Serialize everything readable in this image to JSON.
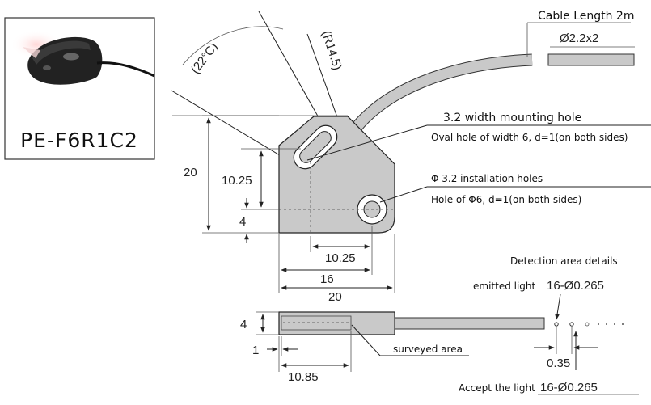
{
  "product": {
    "model": "PE-F6R1C2"
  },
  "cable": {
    "length_label": "Cable Length 2m",
    "diameter_label": "Ø2.2x2"
  },
  "angles": {
    "angle_label": "(22°C)",
    "radius_label": "(R14.5)"
  },
  "top_view": {
    "dim_height_total": "20",
    "dim_height_hole": "10.25",
    "dim_height_offset": "4",
    "dim_width_hole": "10.25",
    "dim_width_16": "16",
    "dim_width_20": "20"
  },
  "callouts": {
    "mounting_hole_title": "3.2 width mounting hole",
    "mounting_hole_detail": "Oval hole of width 6, d=1(on both sides)",
    "install_hole_title": "Φ 3.2 installation holes",
    "install_hole_detail": "Hole of Φ6, d=1(on both sides)"
  },
  "side_view": {
    "dim_thickness": "4",
    "dim_offset": "1",
    "dim_length": "10.85",
    "surveyed_label": "surveyed area"
  },
  "detection": {
    "title": "Detection area details",
    "emitted_label": "emitted light",
    "emitted_spec": "16-Ø0.265",
    "pitch": "0.35",
    "accept_label": "Accept the light",
    "accept_spec": "16-Ø0.265"
  },
  "colors": {
    "body_fill": "#c9c9c9",
    "line": "#222222",
    "background": "#ffffff"
  }
}
